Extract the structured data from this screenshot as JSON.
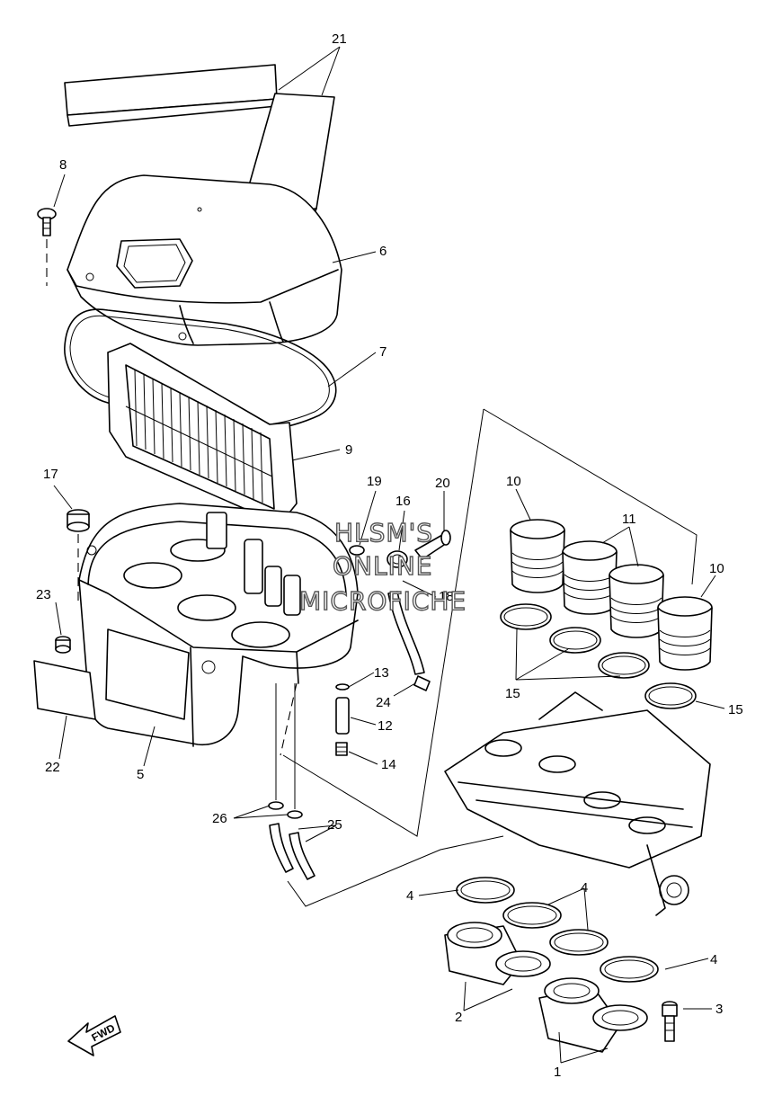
{
  "diagram": {
    "callouts": [
      "21",
      "8",
      "6",
      "7",
      "9",
      "17",
      "19",
      "16",
      "20",
      "10",
      "11",
      "10",
      "23",
      "18",
      "13",
      "24",
      "12",
      "15",
      "15",
      "22",
      "5",
      "14",
      "26",
      "25",
      "4",
      "4",
      "4",
      "3",
      "2",
      "1"
    ],
    "watermark": [
      "HLSM'S",
      "ONLINE",
      "MICROFICHE"
    ],
    "direction_label": "FWD"
  }
}
